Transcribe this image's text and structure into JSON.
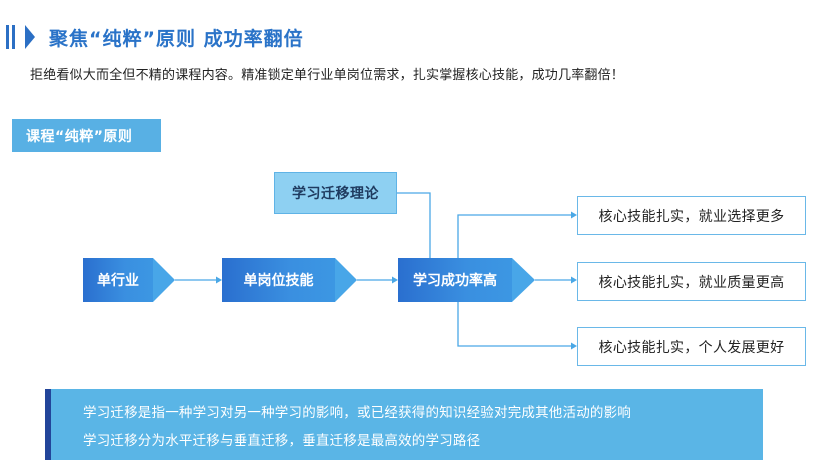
{
  "header": {
    "title": "聚焦“纯粹”原则 成功率翻倍",
    "subtitle": "拒绝看似大而全但不精的课程内容。精准锁定单行业单岗位需求，扎实掌握核心技能，成功几率翻倍！"
  },
  "section_tag": "课程“纯粹”原则",
  "flow": {
    "nodes": [
      "单行业",
      "单岗位技能",
      "学习成功率高"
    ],
    "theory": "学习迁移理论",
    "outcomes": [
      "核心技能扎实，就业选择更多",
      "核心技能扎实，就业质量更高",
      "核心技能扎实，个人发展更好"
    ]
  },
  "note": {
    "line1": "学习迁移是指一种学习对另一种学习的影响，或已经获得的知识经验对完成其他活动的影响",
    "line2": "学习迁移分为水平迁移与垂直迁移，垂直迁移是最高效的学习路径"
  },
  "colors": {
    "title": "#2a73c8",
    "node_blue": "#2a6fcf",
    "light_blue": "#58b0e4",
    "theory_fill": "#8ed0f2",
    "note_accent": "#22459a"
  }
}
